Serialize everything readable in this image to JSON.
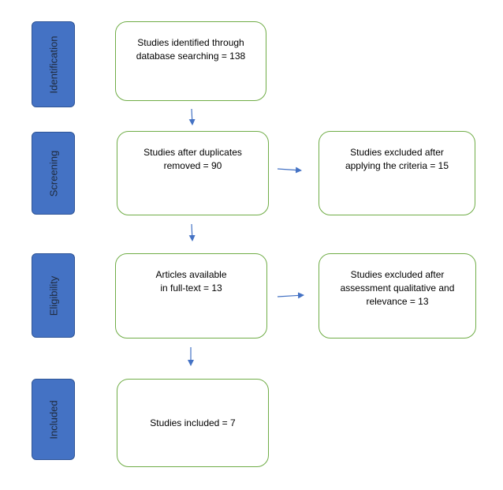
{
  "phases": [
    {
      "label": "Identification"
    },
    {
      "label": "Screening"
    },
    {
      "label": "Eligibility"
    },
    {
      "label": "Included"
    }
  ],
  "boxes": {
    "identified": [
      "Studies identified through",
      "database searching = 138"
    ],
    "after_duplicates": [
      "Studies after duplicates",
      "removed  = 90"
    ],
    "excluded_criteria": [
      "Studies excluded after",
      "applying the criteria = 15"
    ],
    "full_text": [
      "Articles available",
      "in full-text = 13"
    ],
    "excluded_assessment": [
      "Studies excluded after",
      "assessment qualitative and",
      "relevance = 13"
    ],
    "included": [
      "Studies included = 7"
    ]
  },
  "colors": {
    "phase_fill": "#4472c4",
    "box_border": "#70ad47",
    "arrow": "#4472c4"
  }
}
